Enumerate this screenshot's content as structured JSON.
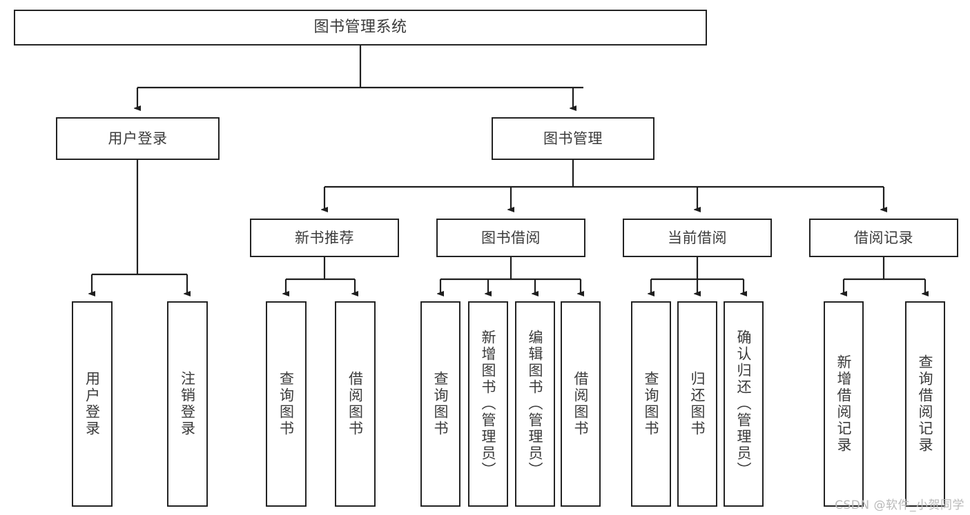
{
  "diagram": {
    "title": "图书管理系统",
    "type": "tree-hierarchy",
    "orientation": "top-down",
    "colors": {
      "box_border": "#232323",
      "box_fill": "#ffffff",
      "connector": "#1e1e1e",
      "text": "#3b3b3b",
      "watermark": "#b9b9b9",
      "background": "#ffffff"
    }
  },
  "watermark": {
    "text": "CSDN @软件_小贺同学"
  },
  "nodes": {
    "root": {
      "label": "图书管理系统"
    },
    "level2": [
      {
        "label": "用户登录"
      },
      {
        "label": "图书管理"
      }
    ],
    "level3": [
      {
        "label": "新书推荐"
      },
      {
        "label": "图书借阅"
      },
      {
        "label": "当前借阅"
      },
      {
        "label": "借阅记录"
      }
    ],
    "leaves": {
      "user_login": [
        {
          "label": "用户登录"
        },
        {
          "label": "注销登录"
        }
      ],
      "new_book_recommend": [
        {
          "label": "查询图书"
        },
        {
          "label": "借阅图书"
        }
      ],
      "book_borrow": [
        {
          "label": "查询图书"
        },
        {
          "label": "新增图书（管理员）"
        },
        {
          "label": "编辑图书（管理员）"
        },
        {
          "label": "借阅图书"
        }
      ],
      "current_borrow": [
        {
          "label": "查询图书"
        },
        {
          "label": "归还图书"
        },
        {
          "label": "确认归还（管理员）"
        }
      ],
      "borrow_record": [
        {
          "label": "新增借阅记录"
        },
        {
          "label": "查询借阅记录"
        }
      ]
    }
  }
}
